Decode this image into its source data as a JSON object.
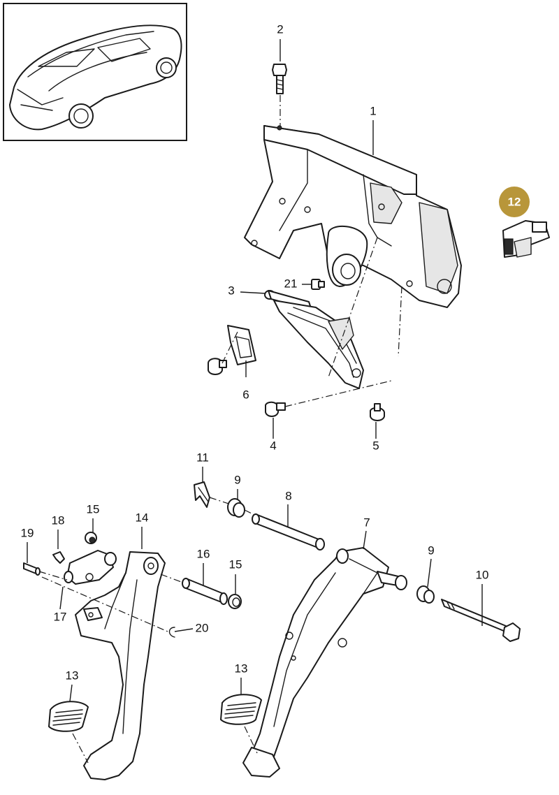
{
  "callouts": {
    "c1": "1",
    "c2": "2",
    "c3": "3",
    "c4": "4",
    "c5": "5",
    "c6": "6",
    "c7": "7",
    "c8": "8",
    "c9a": "9",
    "c9b": "9",
    "c10": "10",
    "c11": "11",
    "c12": "12",
    "c13a": "13",
    "c13b": "13",
    "c14": "14",
    "c15a": "15",
    "c15b": "15",
    "c16": "16",
    "c17": "17",
    "c18": "18",
    "c19": "19",
    "c20": "20",
    "c21": "21"
  },
  "colors": {
    "badge_fill": "#b8963a",
    "line": "#1a1a1a",
    "background": "#ffffff"
  }
}
